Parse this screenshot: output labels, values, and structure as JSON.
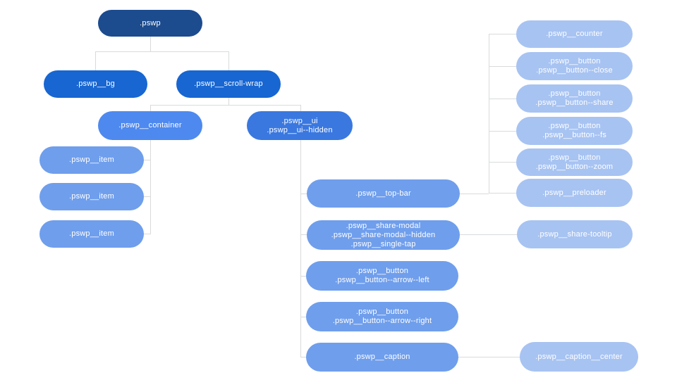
{
  "palette": {
    "root_node": "#1c4b8e",
    "level1_node": "#1766d2",
    "ui_node": "#3a78e0",
    "container_node": "#4e89ef",
    "mid_node": "#6f9eec",
    "light_node": "#a7c3f2",
    "connector": "#d9dadb",
    "node_text": "#ffffff",
    "background": "#ffffff"
  },
  "diagram": {
    "type": "tree",
    "nodes": {
      "pswp": {
        "lines": [
          ".pswp"
        ],
        "parent": null
      },
      "bg": {
        "lines": [
          ".pswp__bg"
        ],
        "parent": ".pswp"
      },
      "scroll_wrap": {
        "lines": [
          ".pswp__scroll-wrap"
        ],
        "parent": ".pswp"
      },
      "container": {
        "lines": [
          ".pswp__container"
        ],
        "parent": ".pswp__scroll-wrap"
      },
      "ui": {
        "lines": [
          ".pswp__ui",
          ".pswp__ui--hidden"
        ],
        "parent": ".pswp__scroll-wrap"
      },
      "item1": {
        "lines": [
          ".pswp__item"
        ],
        "parent": ".pswp__container"
      },
      "item2": {
        "lines": [
          ".pswp__item"
        ],
        "parent": ".pswp__container"
      },
      "item3": {
        "lines": [
          ".pswp__item"
        ],
        "parent": ".pswp__container"
      },
      "top_bar": {
        "lines": [
          ".pswp__top-bar"
        ],
        "parent": ".pswp__ui"
      },
      "share_modal": {
        "lines": [
          ".pswp__share-modal",
          ".pswp__share-modal--hidden",
          ".pswp__single-tap"
        ],
        "parent": ".pswp__ui"
      },
      "arrow_left": {
        "lines": [
          ".pswp__button",
          ".pswp__button--arrow--left"
        ],
        "parent": ".pswp__ui"
      },
      "arrow_right": {
        "lines": [
          ".pswp__button",
          ".pswp__button--arrow--right"
        ],
        "parent": ".pswp__ui"
      },
      "caption": {
        "lines": [
          ".pswp__caption"
        ],
        "parent": ".pswp__ui"
      },
      "counter": {
        "lines": [
          ".pswp__counter"
        ],
        "parent": ".pswp__top-bar"
      },
      "button_close": {
        "lines": [
          ".pswp__button",
          ".pswp__button--close"
        ],
        "parent": ".pswp__top-bar"
      },
      "button_share": {
        "lines": [
          ".pswp__button",
          ".pswp__button--share"
        ],
        "parent": ".pswp__top-bar"
      },
      "button_fs": {
        "lines": [
          ".pswp__button",
          ".pswp__button--fs"
        ],
        "parent": ".pswp__top-bar"
      },
      "button_zoom": {
        "lines": [
          ".pswp__button",
          ".pswp__button--zoom"
        ],
        "parent": ".pswp__top-bar"
      },
      "preloader": {
        "lines": [
          ".pswp__preloader"
        ],
        "parent": ".pswp__top-bar"
      },
      "share_tooltip": {
        "lines": [
          ".pswp__share-tooltip"
        ],
        "parent": ".pswp__share-modal"
      },
      "caption_center": {
        "lines": [
          ".pswp__caption__center"
        ],
        "parent": ".pswp__caption"
      }
    }
  }
}
